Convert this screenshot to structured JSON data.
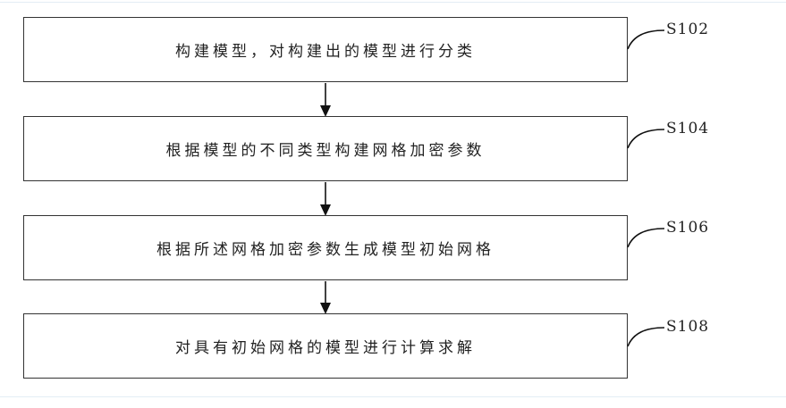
{
  "steps": [
    {
      "id": "S102",
      "text": "构建模型，对构建出的模型进行分类"
    },
    {
      "id": "S104",
      "text": "根据模型的不同类型构建网格加密参数"
    },
    {
      "id": "S106",
      "text": "根据所述网格加密参数生成模型初始网格"
    },
    {
      "id": "S108",
      "text": "对具有初始网格的模型进行计算求解"
    }
  ]
}
